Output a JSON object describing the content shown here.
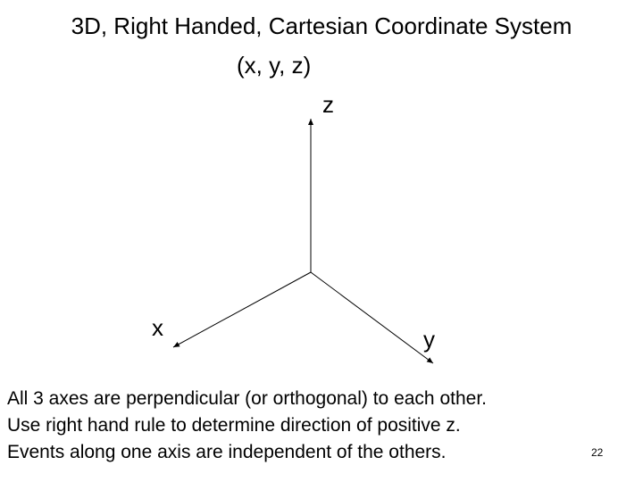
{
  "slide": {
    "title": "3D, Right Handed, Cartesian Coordinate System",
    "subtitle": "(x, y, z)",
    "page_number": "22"
  },
  "diagram": {
    "axes": [
      {
        "name": "z",
        "label": "z"
      },
      {
        "name": "x",
        "label": "x"
      },
      {
        "name": "y",
        "label": "y"
      }
    ]
  },
  "notes": [
    "All 3 axes are perpendicular (or orthogonal) to each other.",
    "Use right hand rule to determine direction of positive z.",
    "Events along one axis are independent of the others."
  ]
}
